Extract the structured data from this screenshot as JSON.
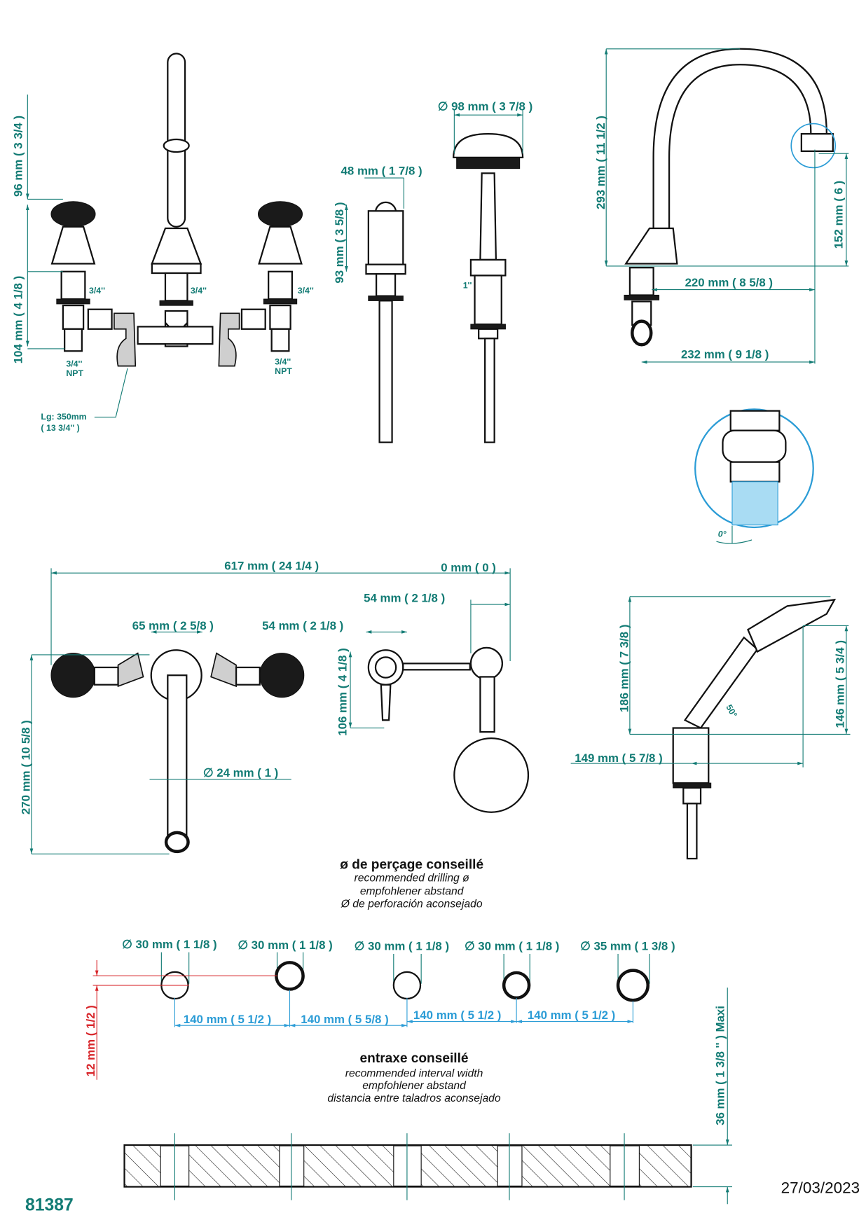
{
  "product_code": "81387",
  "date": "27/03/2023",
  "colors": {
    "dimension": "#127b74",
    "spacing": "#2b9cd6",
    "offset": "#d8262b"
  },
  "front_view": {
    "height_handle": "96 mm ( 3 3/4 )",
    "height_body": "104 mm ( 4 1/8 )",
    "thread_left": "3/4''",
    "thread_center": "3/4''",
    "thread_right": "3/4''",
    "npt_left": [
      "3/4''",
      "NPT"
    ],
    "npt_right": [
      "3/4''",
      "NPT"
    ],
    "hose_length": [
      "Lg: 350mm",
      "( 13 3/4'' )"
    ]
  },
  "diverter_view": {
    "width": "48 mm ( 1 7/8 )",
    "height": "93 mm ( 3 5/8 )"
  },
  "handshower_view": {
    "diameter": "∅ 98 mm ( 3 7/8 )",
    "thread": "1''"
  },
  "spout_view": {
    "height": "293 mm ( 11 1/2 )",
    "outlet_height": "152 mm ( 6 )",
    "reach_top": "220 mm ( 8 5/8 )",
    "reach_bottom": "232 mm ( 9 1/8 )",
    "angle": "0°"
  },
  "top_view": {
    "total_width": "617 mm ( 24 1/4 )",
    "zero": "0 mm ( 0 )",
    "offset_right": "54 mm ( 2 1/8 )",
    "handle_offset": "65 mm ( 2 5/8 )",
    "lever_offset": "54 mm ( 2 1/8 )",
    "lever_height": "106 mm ( 4 1/8 )",
    "depth": "270 mm ( 10 5/8 )",
    "spout_diameter": "∅ 24 mm ( 1 )"
  },
  "handshower_side": {
    "height": "186 mm ( 7 3/8 )",
    "height_inner": "146 mm ( 5 3/4 )",
    "reach": "149 mm ( 5 7/8 )",
    "angle": "50°"
  },
  "drilling": {
    "title": "ø de perçage conseillé",
    "subtitles": [
      "recommended drilling ø",
      "empfohlener abstand",
      "Ø de perforación aconsejado"
    ],
    "holes": [
      "∅ 30 mm ( 1 1/8 )",
      "∅ 30 mm ( 1 1/8 )",
      "∅ 30 mm ( 1 1/8 )",
      "∅ 30 mm ( 1 1/8 )",
      "∅ 35 mm ( 1 3/8 )"
    ],
    "spacings": [
      "140 mm ( 5 1/2 )",
      "140 mm ( 5 5/8 )",
      "140 mm ( 5 1/2 )",
      "140 mm ( 5 1/2 )"
    ],
    "offset": "12 mm ( 1/2 )"
  },
  "interval": {
    "title": "entraxe conseillé",
    "subtitles": [
      "recommended interval width",
      "empfohlener abstand",
      "distancia entre taladros aconsejado"
    ],
    "max_thickness": "36 mm ( 1 3/8 '' )  Maxi"
  }
}
